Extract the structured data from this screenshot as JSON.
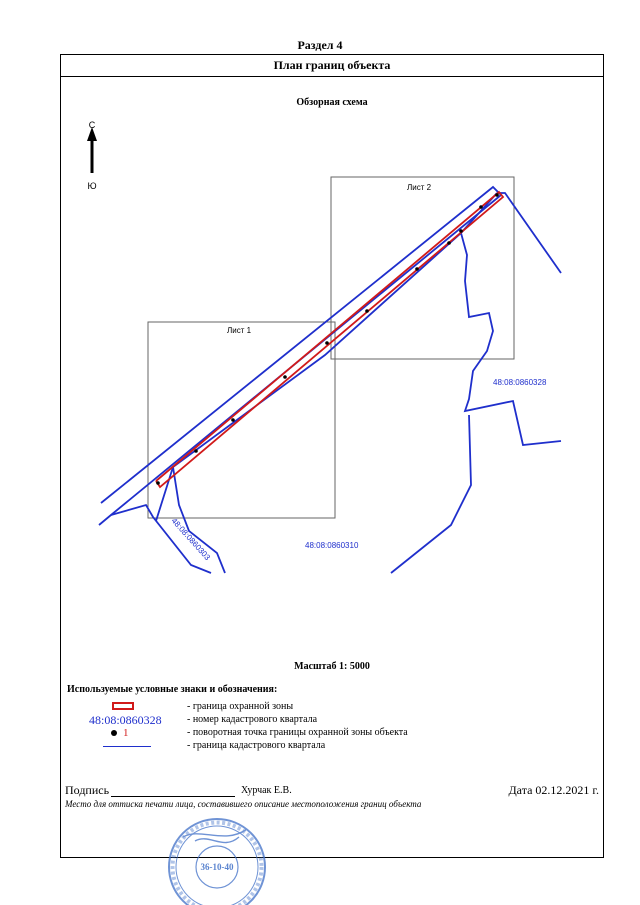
{
  "section_label": "Раздел 4",
  "header_title": "План границ объекта",
  "scheme_title": "Обзорная схема",
  "compass": {
    "north": "С",
    "south": "Ю"
  },
  "map_labels": {
    "sheet_1": "Лист 1",
    "sheet_2": "Лист 2",
    "quarter_328": "48:08:0860328",
    "quarter_310": "48:08:0860310",
    "quarter_303": "48:08:0860303"
  },
  "scale_label": "Масштаб 1: 5000",
  "legend": {
    "title": "Используемые условные знаки и обозначения:",
    "items": [
      {
        "symbol": "red-outline-rectangle",
        "description": "- граница  охранной зоны"
      },
      {
        "symbol_text": "48:08:0860328",
        "description": "- номер кадастрового квартала"
      },
      {
        "symbol_text": "1",
        "description": "- поворотная точка границы охранной зоны объекта"
      },
      {
        "symbol": "blue-line",
        "description": "- граница кадастрового квартала"
      }
    ]
  },
  "signature": {
    "label": "Подпись",
    "name": "Хурчак Е.В.",
    "date": "Дата 02.12.2021 г.",
    "stamp_note": "Место для оттиска печати лица, составившего описание местоположения границ объекта"
  },
  "stamp": {
    "center_text": "36-10-40",
    "color": "#3f6fc7"
  },
  "colors": {
    "zone": "#d11a1a",
    "boundary": "#1f2fcc"
  }
}
